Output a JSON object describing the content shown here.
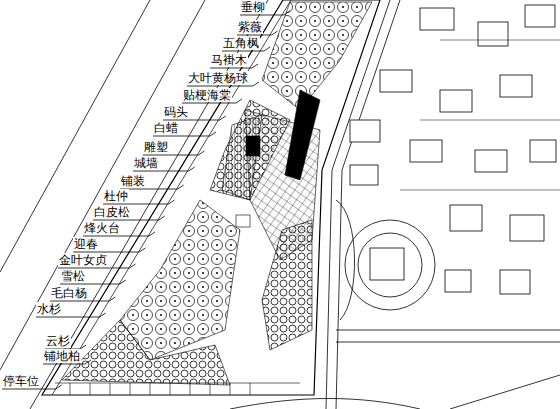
{
  "diagram": {
    "labels": [
      "垂柳",
      "紫薇",
      "五角枫",
      "马褂木",
      "大叶黄杨球",
      "贴梗海棠",
      "码头",
      "白蜡",
      "雕塑",
      "城墙",
      "铺装",
      "杜仲",
      "白皮松",
      "烽火台",
      "迎春",
      "金叶女贞",
      "雪松",
      "毛白杨",
      "水杉",
      "云杉",
      "铺地柏",
      "停车位"
    ]
  }
}
